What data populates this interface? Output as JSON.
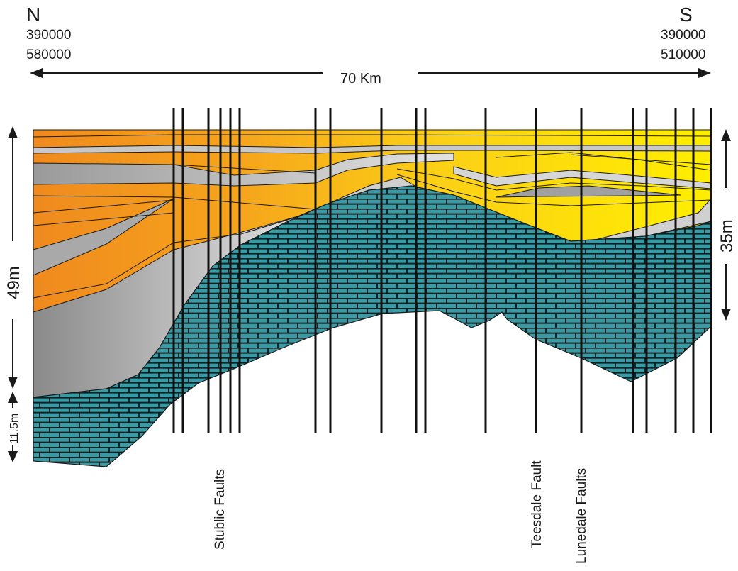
{
  "header": {
    "north": {
      "label": "N",
      "coord1": "390000",
      "coord2": "580000"
    },
    "south": {
      "label": "S",
      "coord1": "390000",
      "coord2": "510000"
    },
    "distance": "70 Km"
  },
  "scale_left": {
    "upper": "49m",
    "lower": "11.5m"
  },
  "scale_right": {
    "value": "35m"
  },
  "fault_labels": [
    "Stublic Faults",
    "Teesdale Fault",
    "Lunedale Faults"
  ],
  "colors": {
    "orange": "#f39a1c",
    "yellow": "#ffee00",
    "grey_dark": "#8c8c8c",
    "grey_light": "#d9d9d9",
    "limestone": "#3a9aa4",
    "line": "#1a1a1a"
  }
}
